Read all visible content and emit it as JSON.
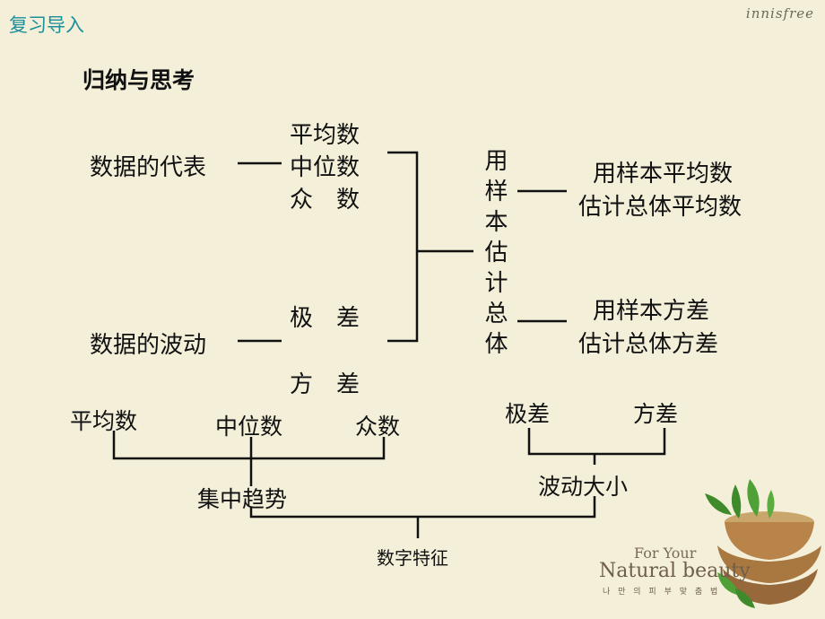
{
  "header": {
    "title": "复习导入",
    "brand": "innisfree"
  },
  "subtitle": "归纳与思考",
  "upper": {
    "representative": {
      "label": "数据的代表",
      "items": [
        "平均数",
        "中位数",
        "众　数"
      ]
    },
    "fluctuation": {
      "label": "数据的波动",
      "items": [
        "极　差",
        "方　差"
      ]
    },
    "estimate_vertical": "用样本估计总体",
    "estimate_mean": [
      "用样本平均数",
      "估计总体平均数"
    ],
    "estimate_variance": [
      "用样本方差",
      "估计总体方差"
    ]
  },
  "lower": {
    "central": {
      "items": [
        "平均数",
        "中位数",
        "众数"
      ],
      "label": "集中趋势"
    },
    "spread": {
      "items": [
        "极差",
        "方差"
      ],
      "label": "波动大小"
    },
    "root": "数字特征"
  },
  "slogan": {
    "line1": "For Your",
    "line2": "Natural beauty",
    "line3": "나 만 의 피 부 맞 춤 법"
  }
}
